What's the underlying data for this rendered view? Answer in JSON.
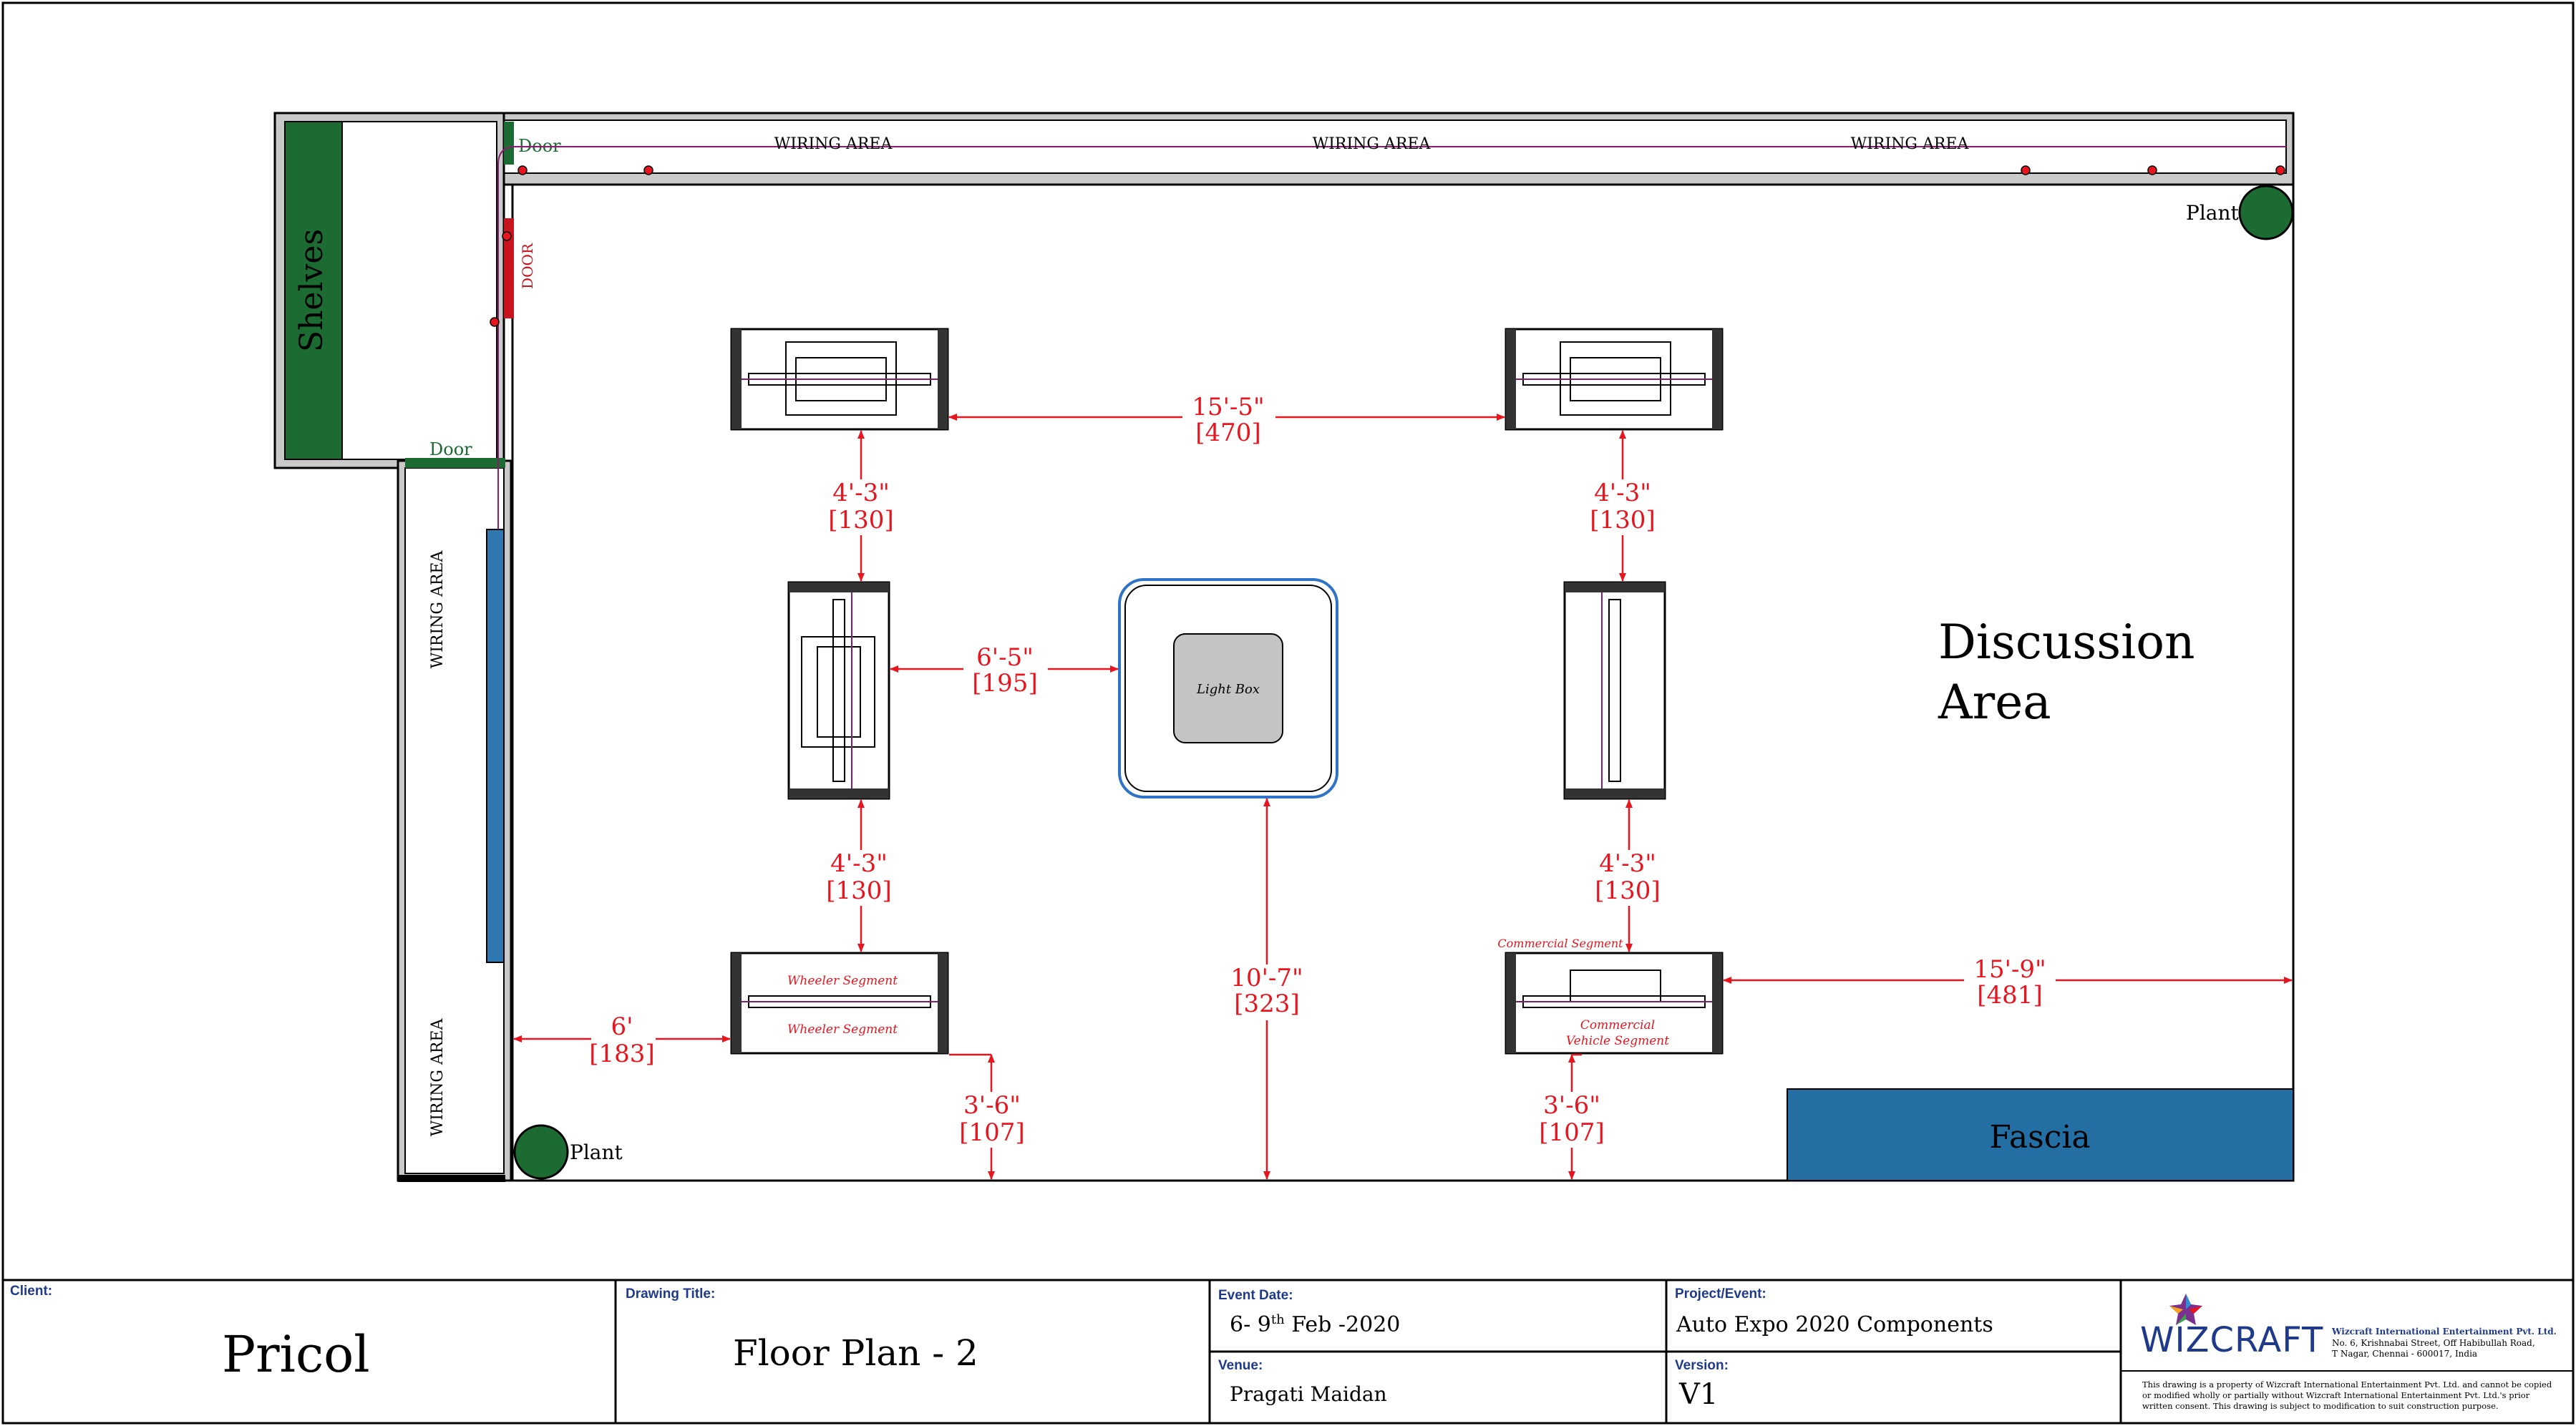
{
  "colors": {
    "dimension": "#e8141e",
    "wall": "#c9c9c9",
    "shelves": "#1b6b32",
    "fascia": "#236fa4",
    "wall_panel": "#2f78b2",
    "plant": "#1c6b33",
    "door_label": "#1c6b33",
    "cable": "#8a1c6e",
    "lightbox_border": "#2e73c7",
    "wizcraft_blue": "#1f3a8a"
  },
  "plan": {
    "shelves_label": "Shelves",
    "door_top": "Door",
    "door_bottom": "Door",
    "door_vertical": "DOOR",
    "wiring_top": [
      "WIRING AREA",
      "WIRING AREA",
      "WIRING AREA"
    ],
    "wiring_left": [
      "WIRING AREA",
      "WIRING AREA"
    ],
    "plant_top_right": "Plant",
    "plant_bottom_left": "Plant",
    "discussion_line1": "Discussion",
    "discussion_line2": "Area",
    "fascia_label": "Fascia",
    "lightbox_label": "Light Box",
    "wheeler_segment_top": "Wheeler Segment",
    "wheeler_segment_bottom": "Wheeler Segment",
    "commercial_segment_top": "Commercial Segment",
    "commercial_segment_line1": "Commercial",
    "commercial_segment_line2": "Vehicle Segment"
  },
  "dimensions": {
    "top_span": {
      "ft": "15'-5\"",
      "mm": "[470]"
    },
    "left_upper": {
      "ft": "4'-3\"",
      "mm": "[130]"
    },
    "right_upper": {
      "ft": "4'-3\"",
      "mm": "[130]"
    },
    "mid_span": {
      "ft": "6'-5\"",
      "mm": "[195]"
    },
    "left_lower": {
      "ft": "4'-3\"",
      "mm": "[130]"
    },
    "right_lower": {
      "ft": "4'-3\"",
      "mm": "[130]"
    },
    "center_down": {
      "ft": "10'-7\"",
      "mm": "[323]"
    },
    "right_span": {
      "ft": "15'-9\"",
      "mm": "[481]"
    },
    "left_wall": {
      "ft": "6'",
      "mm": "[183]"
    },
    "left_bottom": {
      "ft": "3'-6\"",
      "mm": "[107]"
    },
    "right_bottom": {
      "ft": "3'-6\"",
      "mm": "[107]"
    }
  },
  "titleblock": {
    "client_label": "Client:",
    "client": "Pricol",
    "drawing_title_label": "Drawing Title:",
    "drawing_title": "Floor Plan - 2",
    "event_date_label": "Event Date:",
    "event_date_pre": "6- 9",
    "event_date_sup": "th",
    "event_date_post": " Feb -2020",
    "venue_label": "Venue:",
    "venue": "Pragati Maidan",
    "project_label": "Project/Event:",
    "project": "Auto Expo 2020 Components",
    "version_label": "Version:",
    "version": "V1",
    "logo_text": "WIZCRAFT",
    "company_name": "Wizcraft International Entertainment Pvt. Ltd.",
    "address_line1": "No. 6, Krishnabai Street, Off Habibullah Road,",
    "address_line2": "T Nagar, Chennai - 600017, India",
    "note_line1": "This drawing is a property of Wizcraft International Entertainment Pvt. Ltd. and cannot be copied",
    "note_line2": "or modified wholly or partially without Wizcraft International Entertainment Pvt. Ltd.'s prior",
    "note_line3": "written consent. This drawing is subject to modification to suit construction purpose."
  }
}
